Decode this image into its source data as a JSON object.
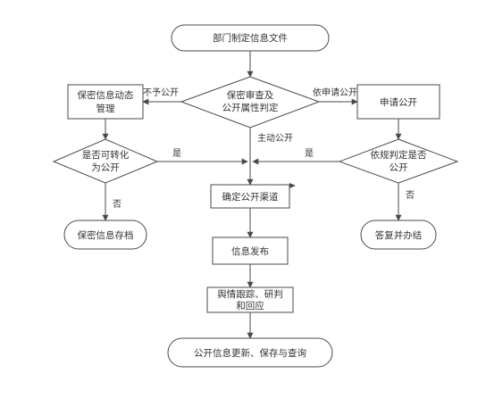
{
  "nodes": {
    "start": "部门制定信息文件",
    "review_1": "保密审查及",
    "review_2": "公开属性判定",
    "secret_mgmt_1": "保密信息动态",
    "secret_mgmt_2": "管理",
    "apply_open": "申请公开",
    "convert_1": "是否可转化",
    "convert_2": "为公开",
    "judge_1": "依规判定是否",
    "judge_2": "公开",
    "archive": "保密信息存档",
    "channel": "确定公开渠道",
    "reply": "答复并办结",
    "publish": "信息发布",
    "track_1": "舆情跟踪、研判",
    "track_2": "和回应",
    "end": "公开信息更新、保存与查询"
  },
  "edges": {
    "not_open": "不予公开",
    "by_apply": "依申请公开",
    "active_open": "主动公开",
    "yes_left": "是",
    "yes_right": "是",
    "no_left": "否",
    "no_right": "否"
  }
}
